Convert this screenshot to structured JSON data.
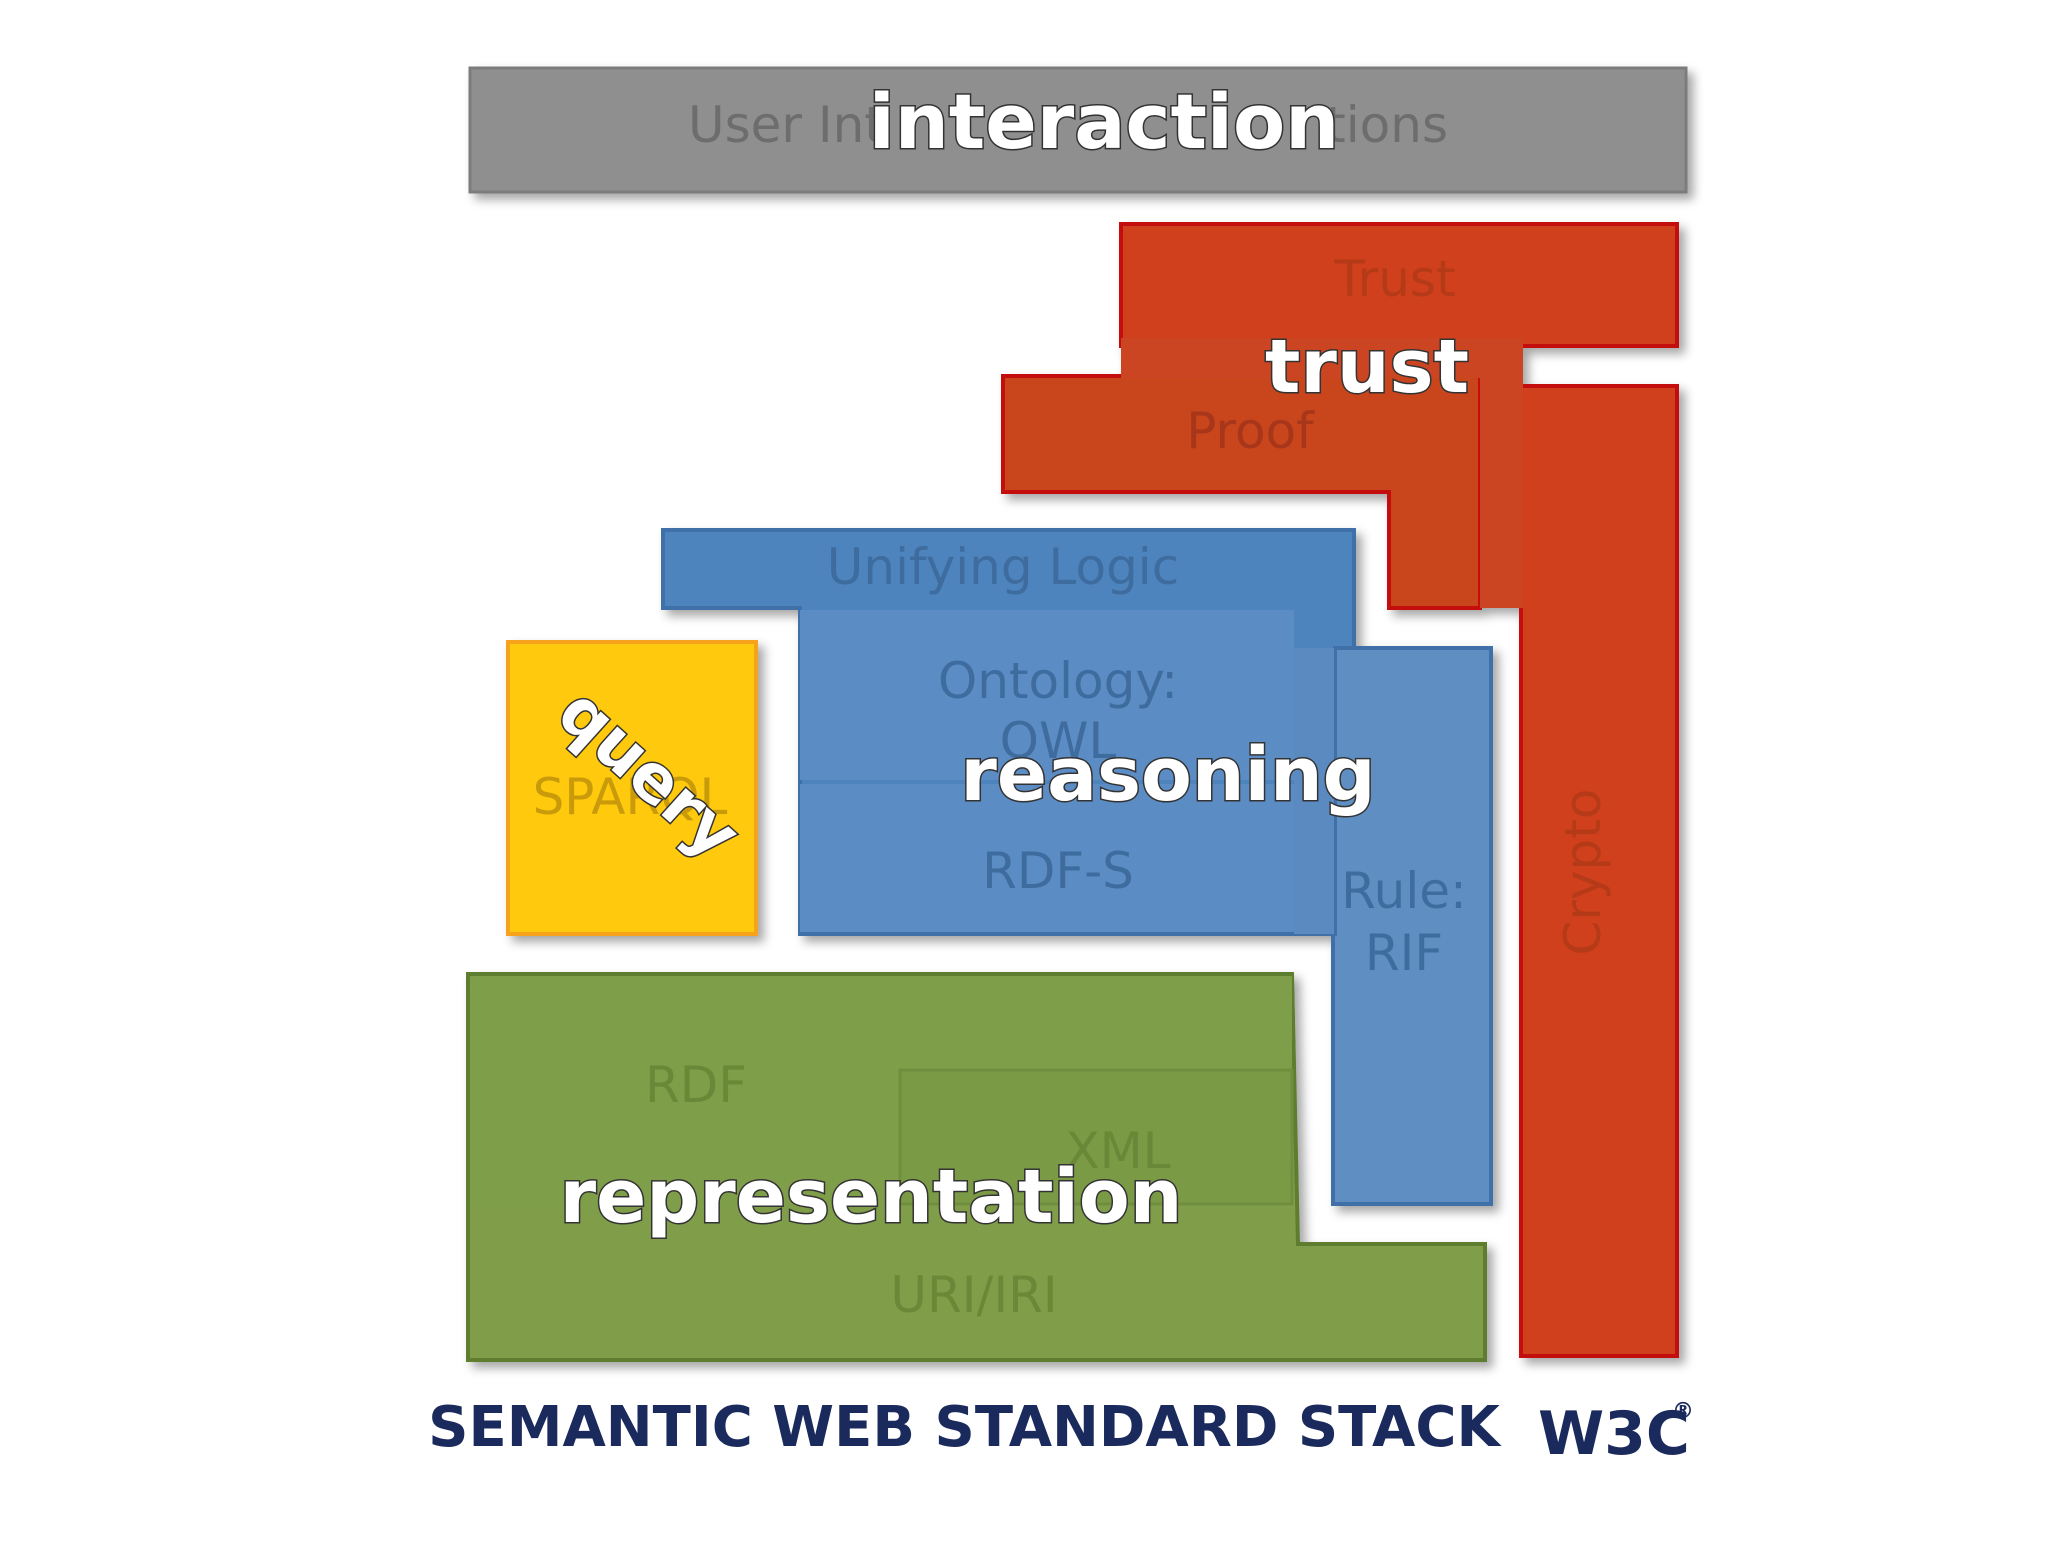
{
  "diagram": {
    "layers": {
      "user_interface": {
        "label": "User Interface & Applications",
        "label_left": "User Int",
        "label_right": "tions",
        "overlay": "interaction",
        "color": "#8f8f8f"
      },
      "trust": {
        "label": "Trust",
        "overlay": "trust",
        "color": "#d0401a"
      },
      "proof": {
        "label": "Proof",
        "color": "#c9441e"
      },
      "crypto": {
        "label": "Crypto",
        "color": "#d0401a"
      },
      "unifying_logic": {
        "label": "Unifying Logic",
        "color": "#4d84bd"
      },
      "ontology": {
        "label_line1": "Ontology:",
        "label_line2": "OWL",
        "overlay": "reasoning",
        "color": "#5b8cc4"
      },
      "rdfs": {
        "label": "RDF-S",
        "color": "#5b8cc4"
      },
      "rule": {
        "label_line1": "Rule:",
        "label_line2": "RIF",
        "color": "#5e8fc2"
      },
      "sparql": {
        "label": "SPARQL",
        "overlay": "query",
        "color": "#ffc90e"
      },
      "rdf": {
        "label": "RDF",
        "color": "#7f9e48"
      },
      "xml": {
        "label": "XML",
        "color": "#7a9a44"
      },
      "uri": {
        "label": "URI/IRI",
        "overlay": "representation",
        "color": "#809e4a"
      }
    },
    "footer": {
      "title": "SEMANTIC WEB STANDARD STACK",
      "logo": "W3C",
      "logo_mark": "®"
    }
  }
}
